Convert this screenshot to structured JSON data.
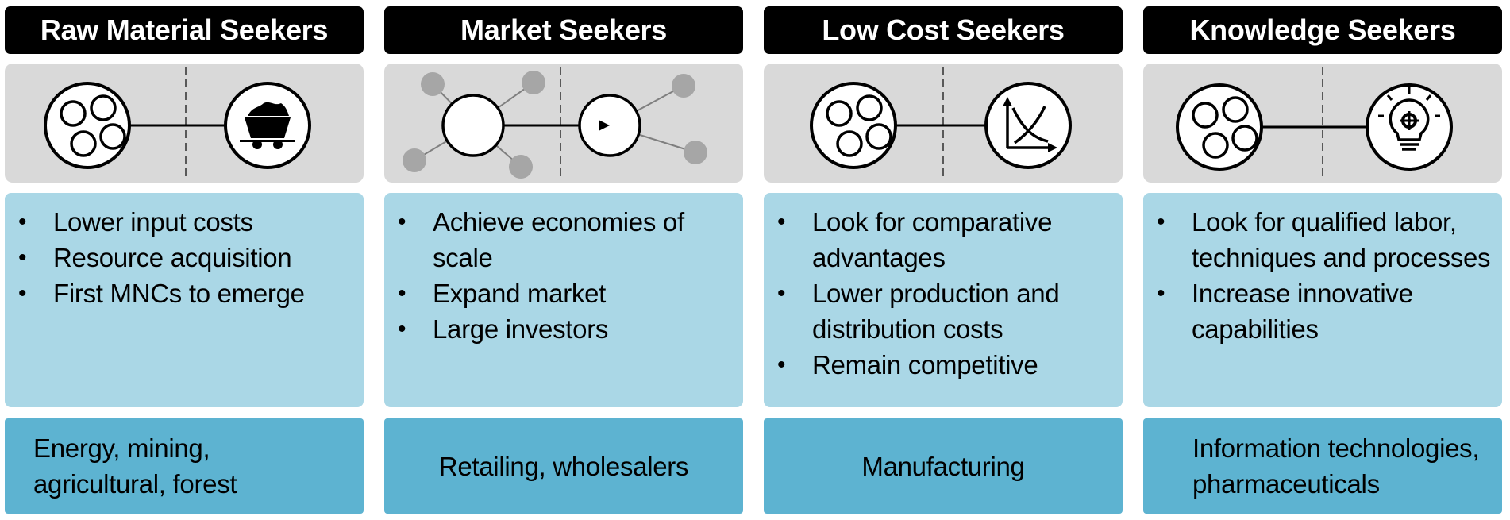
{
  "columns": [
    {
      "title": "Raw Material Seekers",
      "left_icon": "four-circles-icon",
      "right_icon": "mine-cart-icon",
      "bullets": [
        "Lower input costs",
        "Resource acquisition",
        "First MNCs to emerge"
      ],
      "sector": "Energy, mining, agricultural, forest"
    },
    {
      "title": "Market Seekers",
      "left_icon": "network-node-icon",
      "right_icon": "network-node-icon",
      "bullets": [
        "Achieve economies of scale",
        "Expand market",
        "Large investors"
      ],
      "sector": "Retailing, wholesalers"
    },
    {
      "title": "Low Cost Seekers",
      "left_icon": "four-circles-icon",
      "right_icon": "cost-curve-chart-icon",
      "bullets": [
        "Look for comparative advantages",
        "Lower production and distribution costs",
        "Remain competitive"
      ],
      "sector": "Manufacturing"
    },
    {
      "title": "Knowledge Seekers",
      "left_icon": "four-circles-icon",
      "right_icon": "lightbulb-gear-icon",
      "bullets": [
        "Look for qualified labor, techniques and processes",
        "Increase innovative capabilities"
      ],
      "sector": "Information technologies, pharmaceuticals"
    }
  ],
  "colors": {
    "header_bg": "#000000",
    "graphic_bg": "#d9d9d9",
    "bullet_bg": "#aad7e6",
    "sector_bg": "#5db3d1",
    "node_gray": "#a6a6a6"
  }
}
